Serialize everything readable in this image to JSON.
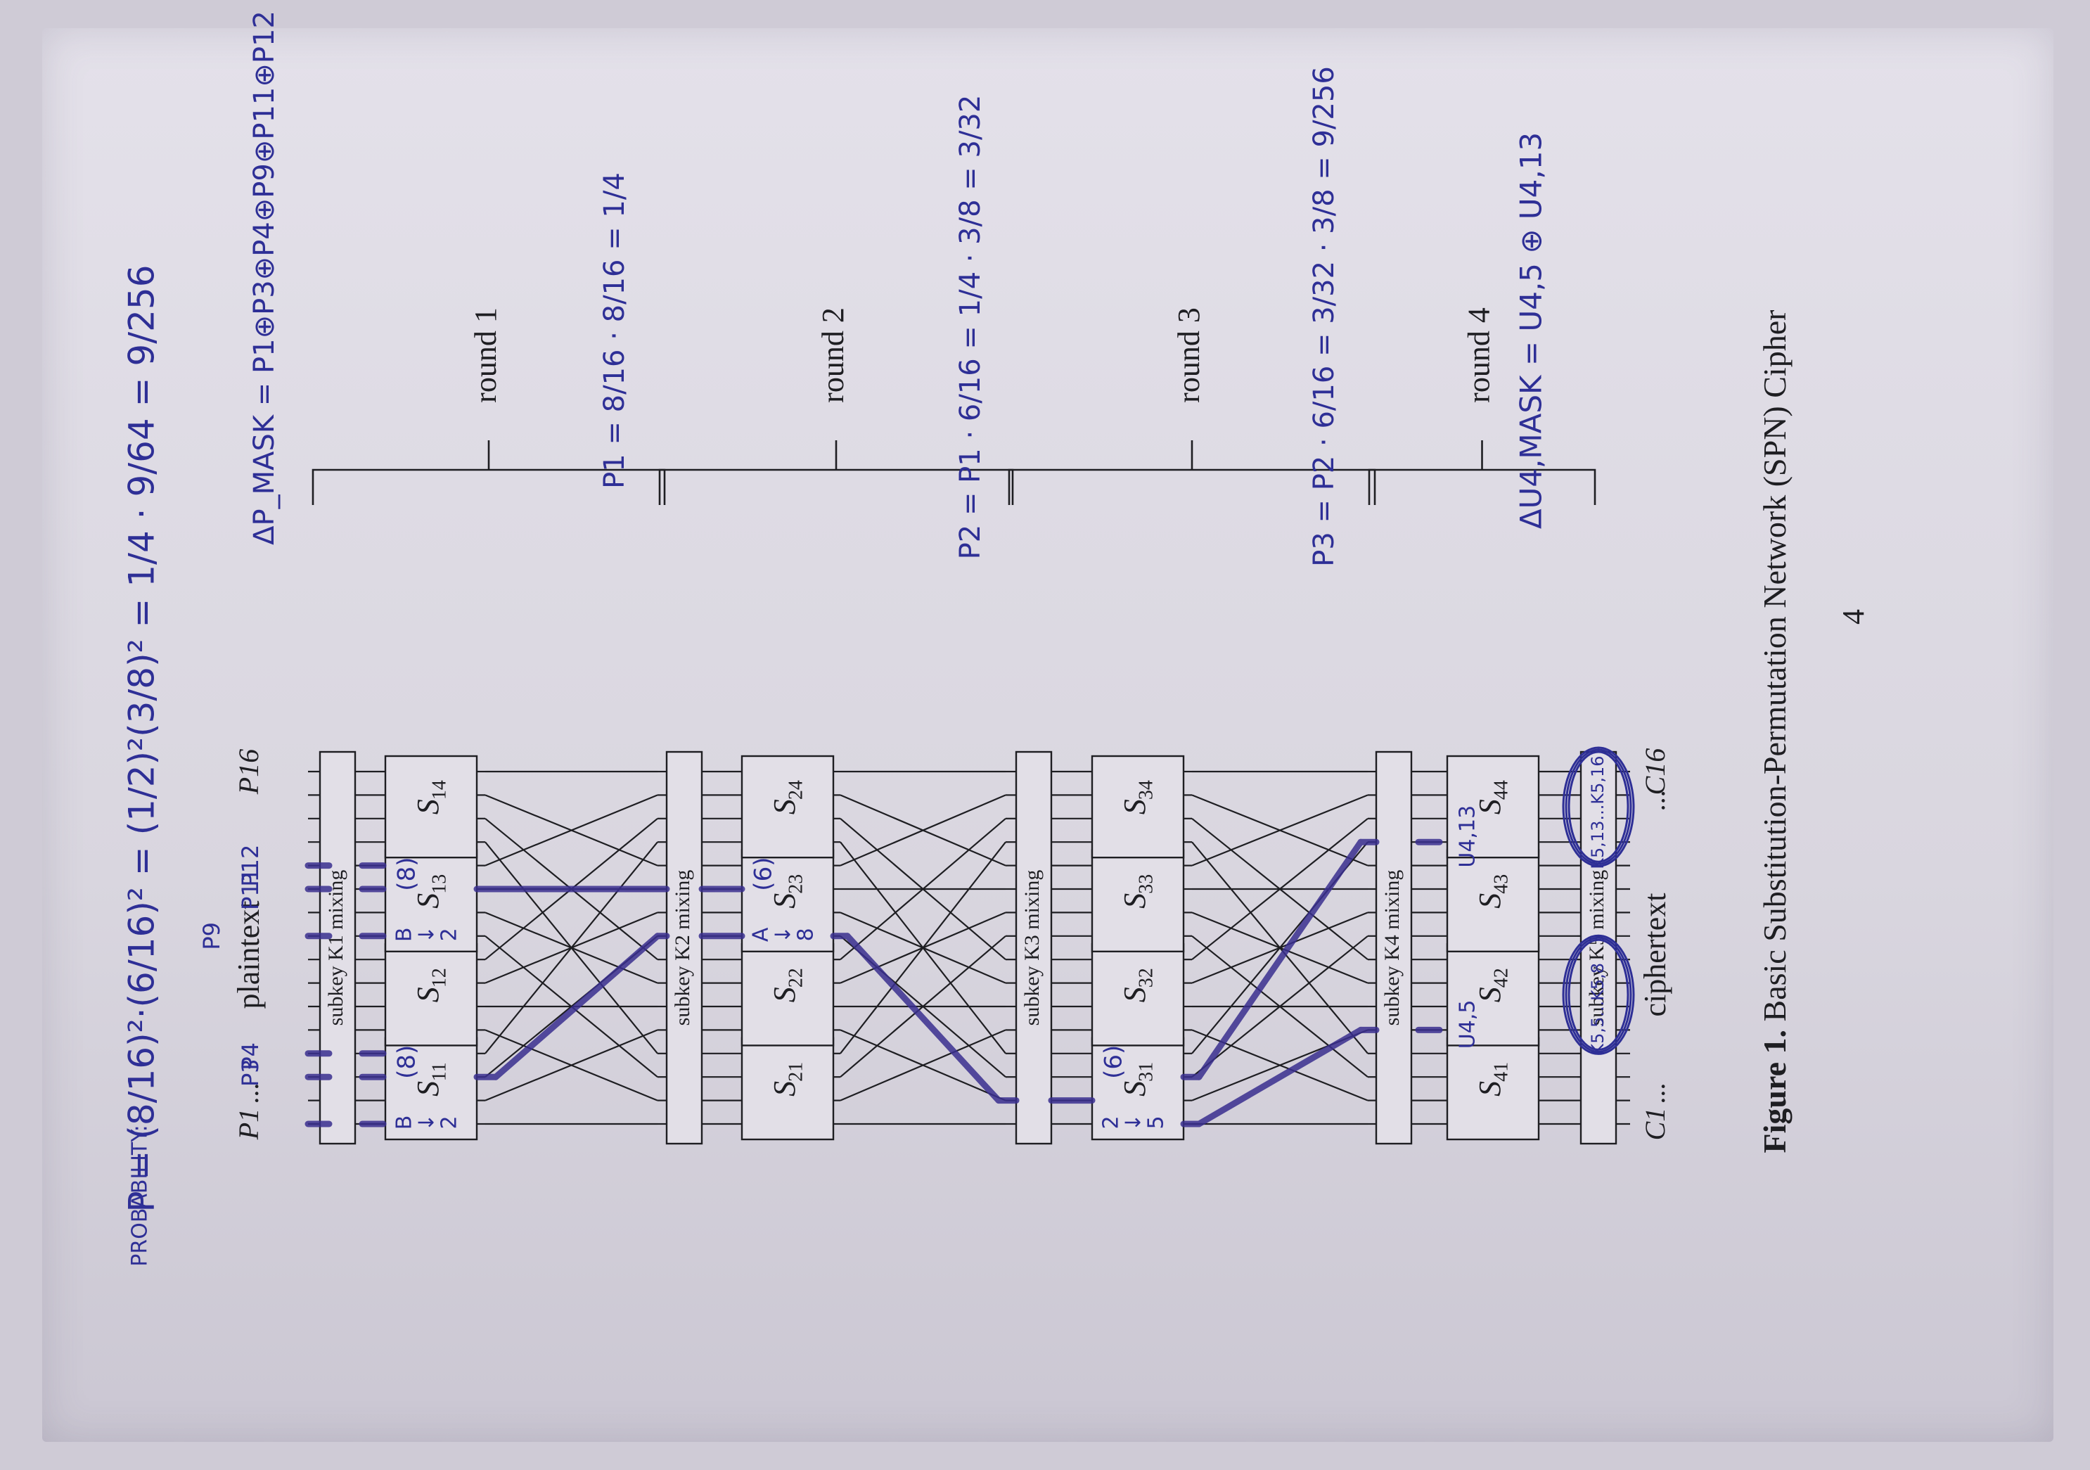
{
  "document": {
    "orientation": "rotated-90-ccw",
    "plaintext_label": "plaintext",
    "ciphertext_label": "ciphertext",
    "plaintext_bits": {
      "first": "P1",
      "ellipsis": "...",
      "last": "P16"
    },
    "ciphertext_bits": {
      "first": "C1",
      "ellipsis": "...",
      "last": "C16"
    },
    "page_number": "4",
    "caption": {
      "bold": "Figure 1.",
      "text": " Basic Substitution-Permutation Network (SPN) Cipher"
    }
  },
  "rounds": [
    {
      "label": "round 1",
      "mixing_label": "subkey K1 mixing",
      "sboxes": [
        "S11",
        "S12",
        "S13",
        "S14"
      ]
    },
    {
      "label": "round 2",
      "mixing_label": "subkey K2 mixing",
      "sboxes": [
        "S21",
        "S22",
        "S23",
        "S24"
      ]
    },
    {
      "label": "round 3",
      "mixing_label": "subkey K3 mixing",
      "sboxes": [
        "S31",
        "S32",
        "S33",
        "S34"
      ]
    },
    {
      "label": "round 4",
      "mixing_label": "subkey K4 mixing",
      "sboxes": [
        "S41",
        "S42",
        "S43",
        "S44"
      ]
    }
  ],
  "final_mixing_label": "subkey K5 mixing",
  "annotations": {
    "probability_label": "PROBABILITY:",
    "probability_formula": "P = (8/16)²·(6/16)² = (1/2)²(3/8)² = 1/4 · 9/64 = 9/256",
    "delta_p_mask": "ΔP_MASK = P1⊕P3⊕P4⊕P9⊕P11⊕P12",
    "p1_formula": "P1 = 8/16 · 8/16 = 1/4",
    "p2_formula": "P2 = P1 · 6/16 = 1/4 · 3/8 = 3/32",
    "p3_formula": "P3 = P2 · 6/16 = 3/32 · 3/8 = 9/256",
    "delta_u_mask": "ΔU4,MASK = U4,5 ⊕ U4,13",
    "input_bit_labels": [
      "P1",
      "P3",
      "P4",
      "P9",
      "P11",
      "P12"
    ],
    "sbox_notes": {
      "S11": {
        "mapping": [
          "B",
          "↓",
          "2"
        ],
        "count": "(8)"
      },
      "S13": {
        "mapping": [
          "B",
          "↓",
          "2"
        ],
        "count": "(8)"
      },
      "S23": {
        "mapping": [
          "A",
          "↓",
          "8"
        ],
        "count": "(6)"
      },
      "S31": {
        "mapping": [
          "2",
          "↓",
          "5"
        ],
        "count": "(6)"
      }
    },
    "u_labels": [
      "U4,5",
      "U4,13"
    ],
    "k5_labels": [
      "K5,5...K5,8",
      "K5,13...K5,16"
    ]
  },
  "colors": {
    "ink": "#1e1e22",
    "pen": "#2e2f96",
    "highlight": "#3a2f8f",
    "sbox_fill": "#e2dfe7"
  },
  "highlighted_path": {
    "plaintext_bits": [
      1,
      3,
      4,
      9,
      11,
      12
    ],
    "active_sboxes": [
      "S11",
      "S13",
      "S23",
      "S31"
    ],
    "output_bits_u4": [
      5,
      13
    ]
  }
}
